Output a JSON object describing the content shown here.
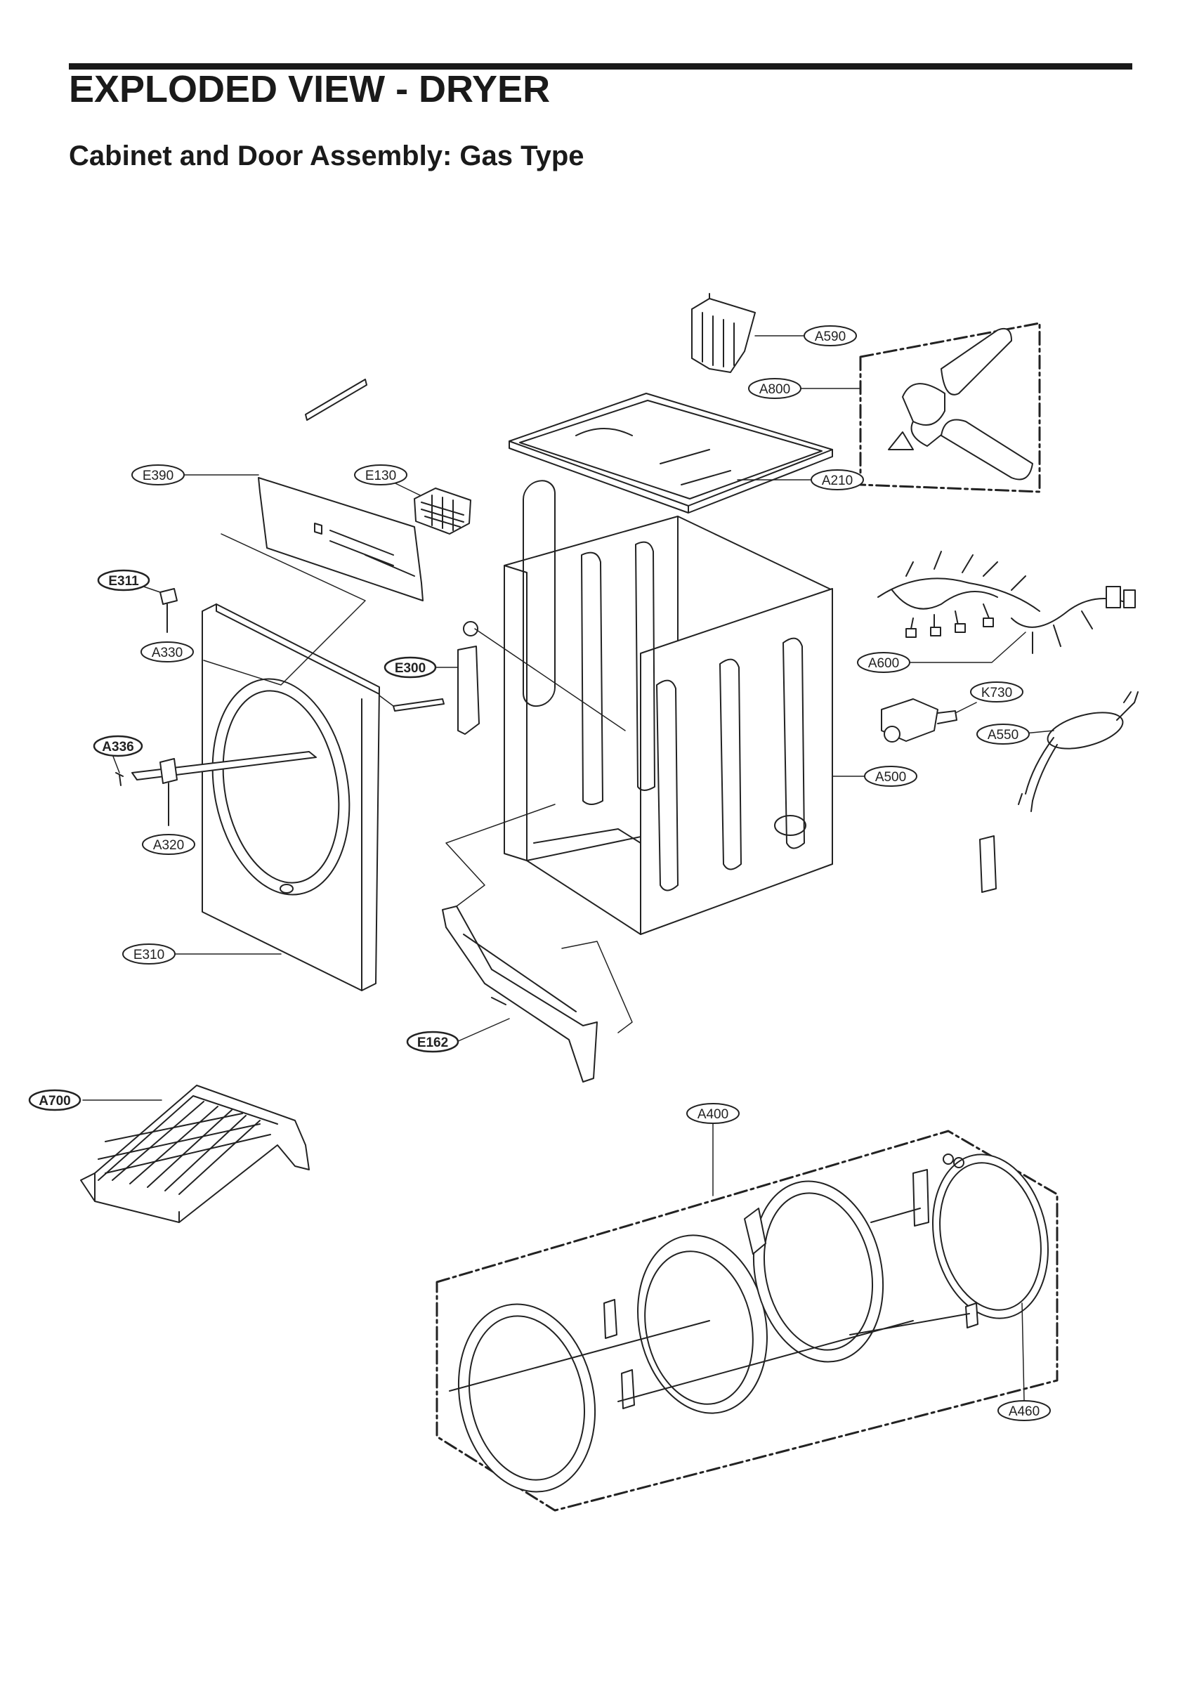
{
  "header": {
    "title": "EXPLODED VIEW - DRYER",
    "subtitle": "Cabinet and Door Assembly: Gas Type"
  },
  "callouts": {
    "A590": "A590",
    "A800": "A800",
    "A210": "A210",
    "E390": "E390",
    "E130": "E130",
    "E311": "E311",
    "A330": "A330",
    "E300": "E300",
    "A600": "A600",
    "K730": "K730",
    "A550": "A550",
    "A336": "A336",
    "A500": "A500",
    "A320": "A320",
    "E310": "E310",
    "E162": "E162",
    "A700": "A700",
    "A400": "A400",
    "A460": "A460"
  },
  "colors": {
    "line": "#222222",
    "background": "#ffffff"
  }
}
